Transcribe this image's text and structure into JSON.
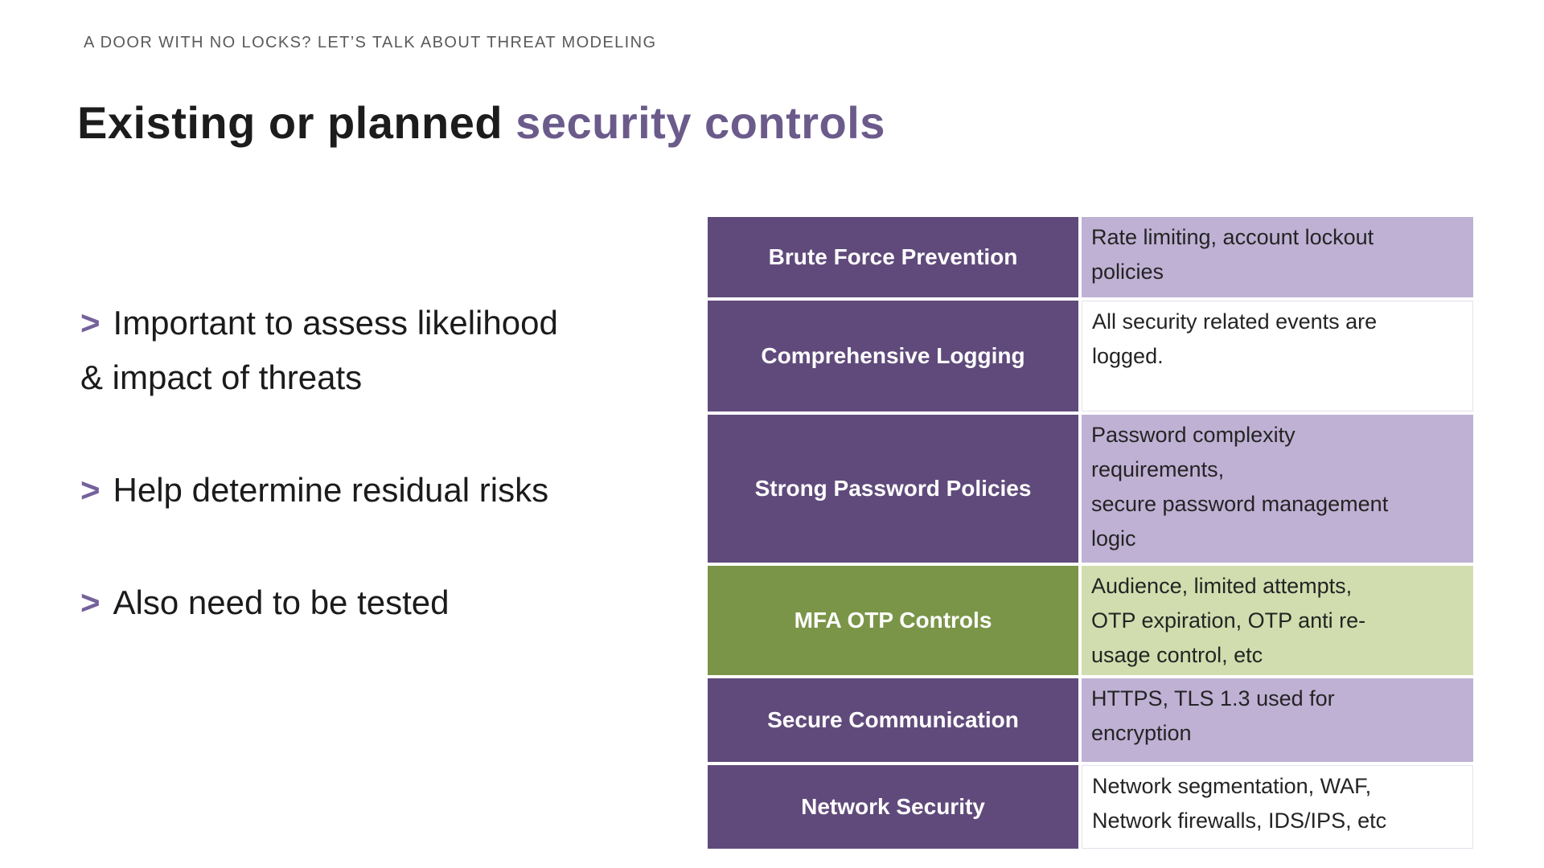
{
  "slide": {
    "kicker": "A DOOR WITH NO LOCKS? LET’S TALK ABOUT THREAT MODELING",
    "title": {
      "dark_part": "Existing or planned ",
      "accent_part": "security controls"
    },
    "bullets": [
      {
        "marker": ">",
        "text": "Important to assess likelihood\n& impact of threats"
      },
      {
        "marker": ">",
        "text": "Help determine residual risks"
      },
      {
        "marker": ">",
        "text": "Also need to be tested"
      }
    ],
    "table": {
      "rows": [
        {
          "label": "Brute Force Prevention",
          "detail": "Rate limiting, account lockout\npolicies"
        },
        {
          "label": "Comprehensive Logging",
          "detail": "All security related events are\nlogged."
        },
        {
          "label": "Strong Password Policies",
          "detail": "Password complexity\nrequirements,\nsecure password management\nlogic"
        },
        {
          "label": "MFA OTP Controls",
          "detail": "Audience, limited attempts,\nOTP expiration, OTP anti re-\nusage control, etc"
        },
        {
          "label": "Secure Communication",
          "detail": "HTTPS, TLS 1.3 used for\nencryption"
        },
        {
          "label": "Network Security",
          "detail": "Network segmentation, WAF,\nNetwork firewalls, IDS/IPS, etc"
        }
      ]
    },
    "colors": {
      "accent_dark_purple": "#604a7b",
      "accent_light_purple": "#bfb1d4",
      "accent_dark_green": "#7a9547",
      "accent_light_green": "#d1ddae",
      "title_accent": "#6b5b8b",
      "bullet_marker": "#75619b",
      "kicker_gray": "#5a5a5a"
    }
  }
}
